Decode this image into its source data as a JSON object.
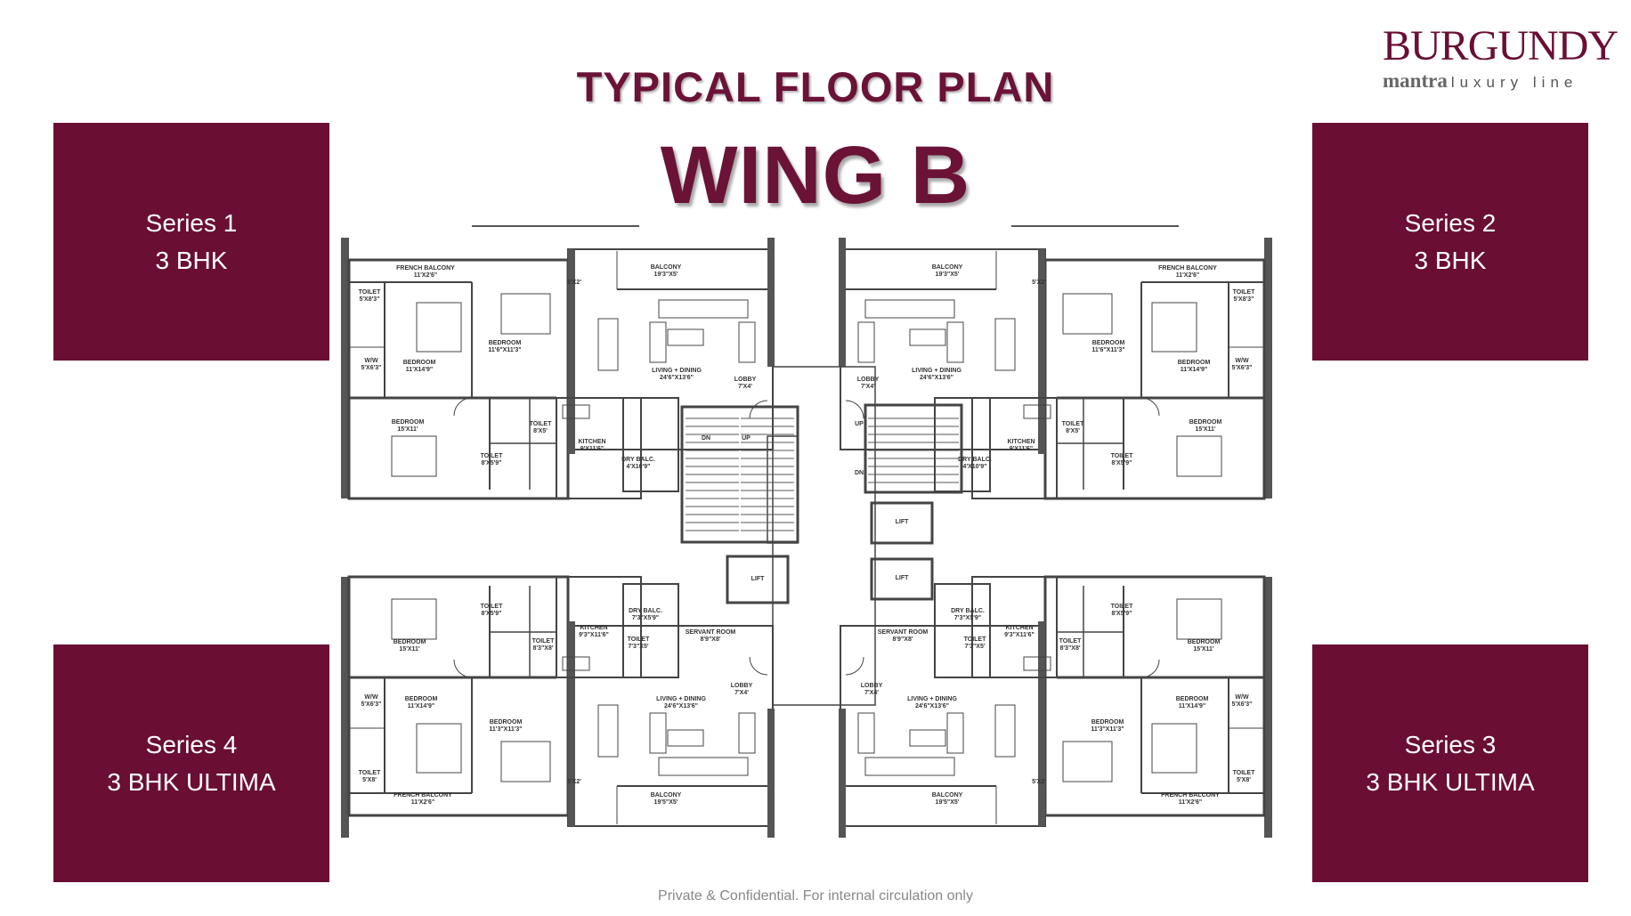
{
  "header": {
    "title": "TYPICAL FLOOR PLAN",
    "wing": "WING B"
  },
  "logo": {
    "brand": "BURGUNDY",
    "sub": "mantra",
    "tagline": "luxury line"
  },
  "series": [
    {
      "name": "Series 1",
      "type": "3 BHK"
    },
    {
      "name": "Series 2",
      "type": "3 BHK"
    },
    {
      "name": "Series 3",
      "type": "3 BHK ULTIMA"
    },
    {
      "name": "Series 4",
      "type": "3 BHK ULTIMA"
    }
  ],
  "plan": {
    "top_unit_labels": [
      [
        "FRENCH BALCONY",
        "11'X2'6\""
      ],
      [
        "BALCONY",
        "19'3\"X5'"
      ],
      [
        "TOILET",
        "5'X8'3\""
      ],
      [
        "5'X2'",
        ""
      ],
      [
        "BEDROOM",
        "11'6\"X11'3\""
      ],
      [
        "BEDROOM",
        "11'X14'9\""
      ],
      [
        "W/W",
        "5'X6'3\""
      ],
      [
        "LIVING + DINING",
        "24'6\"X13'6\""
      ],
      [
        "LOBBY",
        "7'X4'"
      ],
      [
        "BEDROOM",
        "15'X11'"
      ],
      [
        "TOILET",
        "8'X5'"
      ],
      [
        "TOILET",
        "8'X5'9\""
      ],
      [
        "KITCHEN",
        "9'X11'6\""
      ],
      [
        "DRY BALC.",
        "4'X10'9\""
      ]
    ],
    "bottom_unit_labels": [
      [
        "BEDROOM",
        "15'X11'"
      ],
      [
        "TOILET",
        "8'X5'9\""
      ],
      [
        "TOILET",
        "8'3\"X8'"
      ],
      [
        "KITCHEN",
        "9'3\"X11'6\""
      ],
      [
        "DRY BALC.",
        "7'3\"X5'9\""
      ],
      [
        "TOILET",
        "7'3\"X5'"
      ],
      [
        "SERVANT ROOM",
        "8'9\"X8'"
      ],
      [
        "LOBBY",
        "7'X4'"
      ],
      [
        "W/W",
        "5'X6'3\""
      ],
      [
        "BEDROOM",
        "11'X14'9\""
      ],
      [
        "BEDROOM",
        "11'3\"X11'3\""
      ],
      [
        "LIVING + DINING",
        "24'6\"X13'6\""
      ],
      [
        "TOILET",
        "5'X8'"
      ],
      [
        "5'X2'",
        ""
      ],
      [
        "FRENCH BALCONY",
        "11'X2'6\""
      ],
      [
        "BALCONY",
        "19'5\"X5'"
      ]
    ],
    "core_labels": {
      "up": "UP",
      "dn": "DN",
      "lift": "LIFT"
    }
  },
  "footer": "Private & Confidential. For internal circulation only"
}
